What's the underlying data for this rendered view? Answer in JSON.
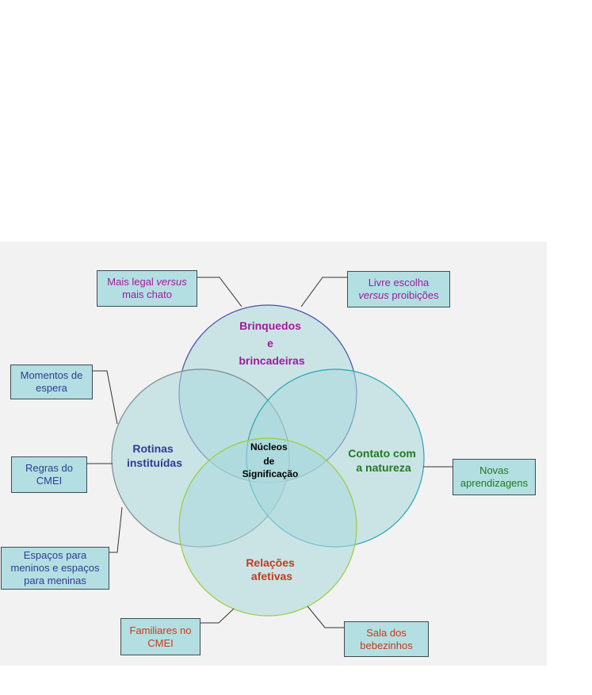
{
  "circles": {
    "top": {
      "label_lines": [
        "Brinquedos",
        "e",
        "brincadeiras"
      ],
      "color": "#a01a9c"
    },
    "left": {
      "label_lines": [
        "Rotinas",
        "instituídas"
      ],
      "color": "#2e3c94"
    },
    "right": {
      "label_lines": [
        "Contato com",
        "a natureza"
      ],
      "color": "#1f7a1f"
    },
    "bottom": {
      "label_lines": [
        "Relações",
        "afetivas"
      ],
      "color": "#c8381c"
    }
  },
  "center": {
    "label_lines": [
      "Núcleos",
      "de",
      "Significação"
    ],
    "color": "#000000"
  },
  "boxes": {
    "mais_legal": {
      "line1_pre": "Mais legal ",
      "line1_em": "versus",
      "line2": "mais chato"
    },
    "livre_escolha": {
      "line1": "Livre escolha",
      "line2_em": "versus",
      "line2_post": " proibições"
    },
    "momentos": {
      "line1": "Momentos de",
      "line2": "espera"
    },
    "regras": {
      "line1": "Regras do",
      "line2": "CMEI"
    },
    "espacos": {
      "line1": "Espaços para",
      "line2": "meninos e espaços",
      "line3": "para meninas"
    },
    "novas": {
      "line1": "Novas",
      "line2": "aprendizagens"
    },
    "familiares": {
      "line1": "Familiares no",
      "line2": "CMEI"
    },
    "sala": {
      "line1": "Sala dos",
      "line2": "bebezinhos"
    }
  },
  "colors": {
    "box_fill": "#b3dfe2",
    "circle_fill": "#a9d9dc",
    "stroke_top": "#4a52a8",
    "stroke_left": "#7a8a8c",
    "stroke_right": "#2aa4b4",
    "stroke_bottom": "#9ccc3a"
  }
}
